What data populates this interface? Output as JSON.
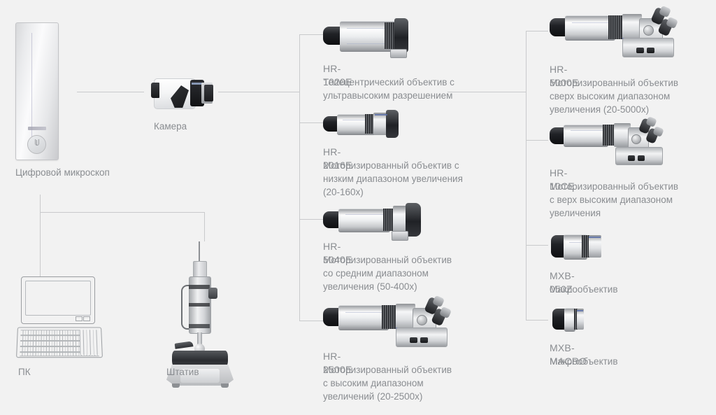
{
  "diagram": {
    "title_hidden": "",
    "background_color": "#f2f2f2",
    "line_color": "#c9cacc",
    "text_color": "#8a8d91"
  },
  "left_column": {
    "microscope": {
      "label": "Цифровой микроскоп",
      "icon": "tower-icon"
    },
    "pc": {
      "label": "ПК",
      "icon": "computer-icon"
    },
    "stand": {
      "label": "Штатив",
      "icon": "microscope-stand-icon"
    },
    "camera": {
      "label": "Камера",
      "icon": "camera-module-icon"
    }
  },
  "middle_column": {
    "items": [
      {
        "model": "HR-1020E",
        "desc": [
          "Телецентрический объектив с",
          "ультравысоким разрешением"
        ],
        "icon": "telecentric-lens-icon"
      },
      {
        "model": "HR-2016E",
        "desc": [
          "Моторизированный объектив с",
          "низким диапазоном увеличения",
          "(20-160x)"
        ],
        "icon": "motorized-lens-low-icon"
      },
      {
        "model": "HR-5040E",
        "desc": [
          "Моторизированный объектив",
          "со средним диапазоном",
          "увеличения (50-400x)"
        ],
        "icon": "motorized-lens-mid-icon"
      },
      {
        "model": "HR-2500E",
        "desc": [
          "Моторизированный объектив",
          "с высоким диапазоном",
          "увеличений  (20-2500x)"
        ],
        "icon": "motorized-lens-high-icon"
      }
    ]
  },
  "right_column": {
    "items": [
      {
        "model": "HR-5000E",
        "desc": [
          "Моторизированный объектив",
          "сверх высоким диапазоном",
          "увеличения  (20-5000x)"
        ],
        "icon": "motorized-lens-ultra-icon"
      },
      {
        "model": "HR-10CE",
        "desc": [
          "Моторизированный объектив",
          "с верх высоким диапазоном",
          "увеличения"
        ],
        "icon": "motorized-lens-veryhigh-icon"
      },
      {
        "model": "MXB-050Z",
        "desc": [
          "Макрообъектив"
        ],
        "icon": "macro-zoom-lens-icon"
      },
      {
        "model": "MXB-MACRO",
        "desc": [
          "Макрообъектив"
        ],
        "icon": "macro-lens-icon"
      }
    ]
  }
}
